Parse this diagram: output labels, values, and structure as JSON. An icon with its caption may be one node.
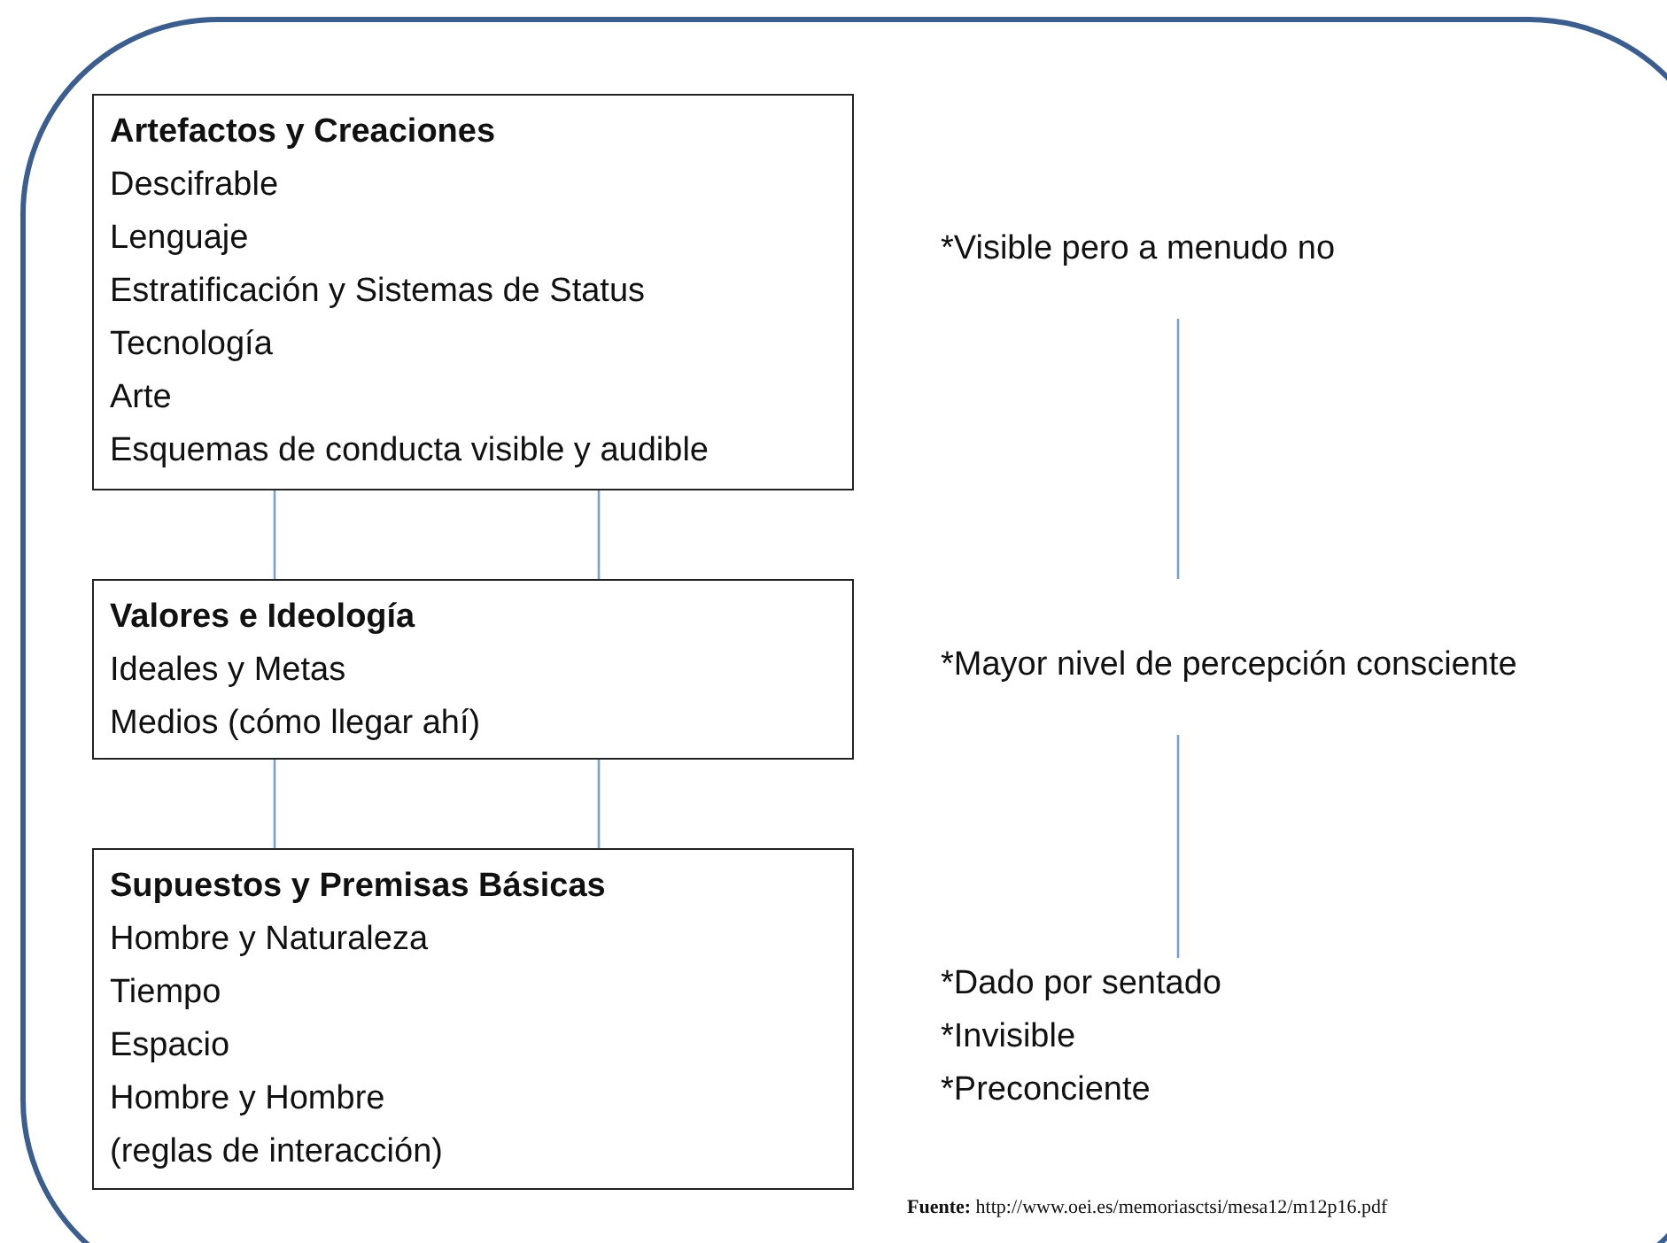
{
  "diagram": {
    "nodes": [
      {
        "text": [
          "Artefactos y Creaciones",
          "Descifrable",
          "Lenguaje",
          "Estratificación y Sistemas de Status",
          "Tecnología",
          "Arte",
          "Esquemas de conducta visible y audible"
        ]
      },
      {
        "text": [
          "Valores e Ideología",
          "Ideales y Metas",
          "Medios (cómo llegar ahí)"
        ]
      },
      {
        "text": [
          "Supuestos y Premisas Básicas",
          "Hombre y Naturaleza",
          "Tiempo",
          "Espacio",
          "Hombre y Hombre",
          "(reglas de interacción)"
        ]
      },
      {
        "text": [
          "*Visible pero a menudo no"
        ]
      },
      {
        "text": [
          "*Mayor nivel de percepción consciente"
        ]
      },
      {
        "text": [
          "*Dado por sentado",
          "*Invisible",
          "*Preconciente"
        ]
      }
    ],
    "edges": [
      {
        "from": 0,
        "to": 1,
        "arrow": "none"
      },
      {
        "from": 0,
        "to": 1,
        "arrow": "none"
      },
      {
        "from": 1,
        "to": 2,
        "arrow": "none"
      },
      {
        "from": 1,
        "to": 2,
        "arrow": "none"
      },
      {
        "from": 3,
        "to": 4,
        "arrow": "none"
      },
      {
        "from": 4,
        "to": 5,
        "arrow": "none"
      }
    ],
    "labels": [
      "**Fuente:** http://www.oei.es/memoriasctsi/mesa12/m12p16.pdf"
    ]
  }
}
